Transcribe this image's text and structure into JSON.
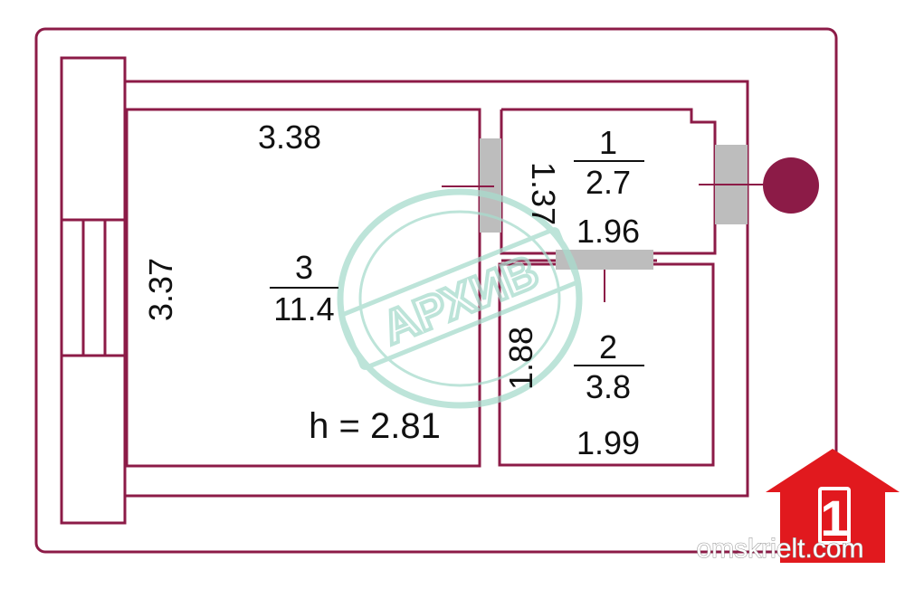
{
  "colors": {
    "wall": "#8c1b47",
    "door": "#bdbdbd",
    "stamp": "#a8dccd",
    "logo": "#e1191e",
    "marker": "#8c1b47"
  },
  "plan": {
    "room_1": {
      "number": "1",
      "area": "2.7",
      "width": "1.96",
      "height": "1.37"
    },
    "room_2": {
      "number": "2",
      "area": "3.8",
      "width": "1.99",
      "height": "1.88"
    },
    "room_3": {
      "number": "3",
      "area": "11.4",
      "width": "3.38",
      "height": "3.37",
      "ceiling": "h = 2.81"
    }
  },
  "stamp": {
    "text": "АРХИВ"
  },
  "watermark": {
    "site": "omskrielt.com",
    "logo_digit": "1"
  }
}
